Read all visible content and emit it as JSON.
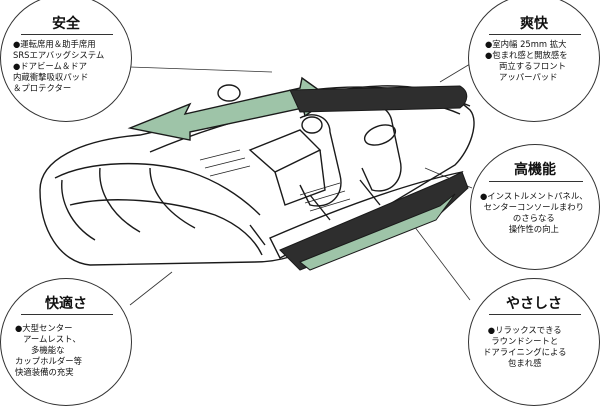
{
  "callouts": {
    "safety": {
      "title": "安全",
      "lines": [
        "●運転席用＆助手席用",
        "SRSエアバッグシステム",
        "●ドアビーム＆ドア",
        "内蔵衝撃吸収パッド",
        "＆プロテクター"
      ]
    },
    "comfort_roomy": {
      "title": "爽快",
      "lines": [
        "●室内幅 25mm 拡大",
        "●包まれ感と開放感を",
        "両立するフロント",
        "アッパーパッド"
      ]
    },
    "functionality": {
      "title": "高機能",
      "lines": [
        "●インストルメントパネル、",
        "センターコンソールまわり",
        "のさらなる",
        "操作性の向上"
      ]
    },
    "comfort": {
      "title": "快適さ",
      "lines": [
        "●大型センター",
        "アームレスト、",
        "多機能な",
        "カップホルダー等",
        "快適装備の充実"
      ]
    },
    "gentleness": {
      "title": "やさしさ",
      "lines": [
        "●リラックスできる",
        "ラウンドシートと",
        "ドアライニングによる",
        "包まれ感"
      ]
    }
  },
  "colors": {
    "accent": "#9ec4a8",
    "line": "#222222"
  }
}
